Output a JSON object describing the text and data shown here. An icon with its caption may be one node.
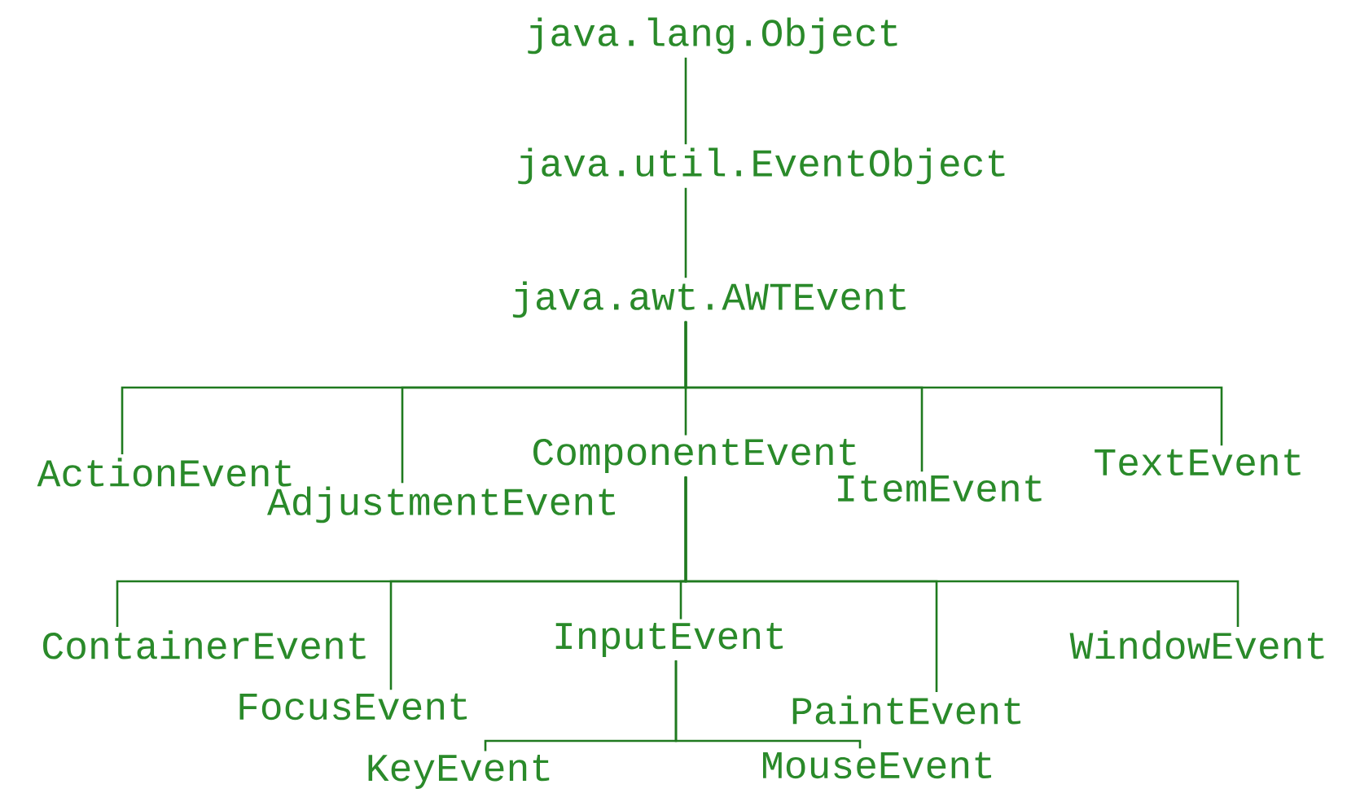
{
  "diagram": {
    "nodes": [
      {
        "text": [
          "java.lang.Object"
        ]
      },
      {
        "text": [
          "java.util.EventObject"
        ]
      },
      {
        "text": [
          "java.awt.AWTEvent"
        ]
      },
      {
        "text": [
          "ActionEvent"
        ]
      },
      {
        "text": [
          "AdjustmentEvent"
        ]
      },
      {
        "text": [
          "ComponentEvent"
        ]
      },
      {
        "text": [
          "ItemEvent"
        ]
      },
      {
        "text": [
          "TextEvent"
        ]
      },
      {
        "text": [
          "ContainerEvent"
        ]
      },
      {
        "text": [
          "FocusEvent"
        ]
      },
      {
        "text": [
          "InputEvent"
        ]
      },
      {
        "text": [
          "PaintEvent"
        ]
      },
      {
        "text": [
          "WindowEvent"
        ]
      },
      {
        "text": [
          "KeyEvent"
        ]
      },
      {
        "text": [
          "MouseEvent"
        ]
      }
    ],
    "edges": [
      {
        "from": 0,
        "to": 1,
        "arrow": "none"
      },
      {
        "from": 1,
        "to": 2,
        "arrow": "none"
      },
      {
        "from": 2,
        "to": 3,
        "arrow": "none"
      },
      {
        "from": 2,
        "to": 4,
        "arrow": "none"
      },
      {
        "from": 2,
        "to": 5,
        "arrow": "none"
      },
      {
        "from": 2,
        "to": 6,
        "arrow": "none"
      },
      {
        "from": 2,
        "to": 7,
        "arrow": "none"
      },
      {
        "from": 5,
        "to": 8,
        "arrow": "none"
      },
      {
        "from": 5,
        "to": 9,
        "arrow": "none"
      },
      {
        "from": 5,
        "to": 10,
        "arrow": "none"
      },
      {
        "from": 5,
        "to": 11,
        "arrow": "none"
      },
      {
        "from": 5,
        "to": 12,
        "arrow": "none"
      },
      {
        "from": 10,
        "to": 13,
        "arrow": "none"
      },
      {
        "from": 10,
        "to": 14,
        "arrow": "none"
      }
    ]
  }
}
